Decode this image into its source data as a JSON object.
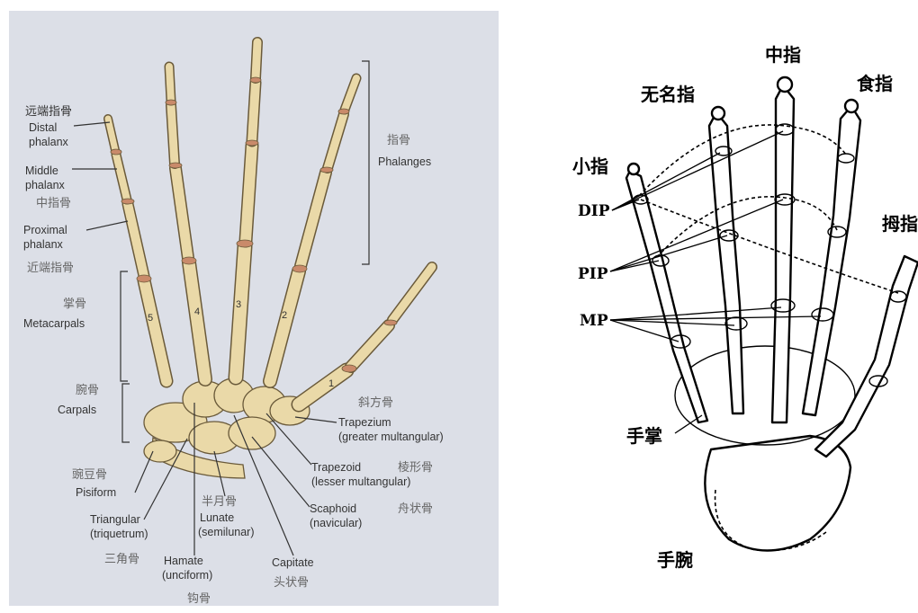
{
  "left_figure": {
    "labels": {
      "distal_zh": "远端指骨",
      "distal_en1": "Distal",
      "distal_en2": "phalanx",
      "middle_en1": "Middle",
      "middle_en2": "phalanx",
      "middle_zh": "中指骨",
      "proximal_en1": "Proximal",
      "proximal_en2": "phalanx",
      "proximal_zh": "近端指骨",
      "metacarpals_zh": "掌骨",
      "metacarpals_en": "Metacarpals",
      "carpals_zh": "腕骨",
      "carpals_en": "Carpals",
      "phalanges_zh": "指骨",
      "phalanges_en": "Phalanges",
      "trapezium_zh": "斜方骨",
      "trapezium_en1": "Trapezium",
      "trapezium_en2": "(greater multangular)",
      "trapezoid_en1": "Trapezoid",
      "trapezoid_zh": "棱形骨",
      "trapezoid_en2": "(lesser multangular)",
      "scaphoid_en1": "Scaphoid",
      "scaphoid_zh": "舟状骨",
      "scaphoid_en2": "(navicular)",
      "pisiform_zh": "豌豆骨",
      "pisiform_en": "Pisiform",
      "lunate_zh": "半月骨",
      "lunate_en1": "Lunate",
      "lunate_en2": "(semilunar)",
      "triangular_en1": "Triangular",
      "triangular_en2": "(triquetrum)",
      "triangular_zh": "三角骨",
      "hamate_en1": "Hamate",
      "hamate_en2": "(unciform)",
      "hamate_zh": "钩骨",
      "capitate_en": "Capitate",
      "capitate_zh": "头状骨"
    },
    "metacarpal_numbers": [
      "1",
      "2",
      "3",
      "4",
      "5"
    ]
  },
  "right_figure": {
    "labels": {
      "middle_finger": "中指",
      "ring_finger": "无名指",
      "index_finger": "食指",
      "little_finger": "小指",
      "thumb": "拇指",
      "dip": "DIP",
      "pip": "PIP",
      "mp": "MP",
      "palm": "手掌",
      "wrist": "手腕"
    }
  },
  "colors": {
    "left_background": "#dcdfe7",
    "bone": "#ead9a8",
    "joint": "#c98a6a"
  }
}
